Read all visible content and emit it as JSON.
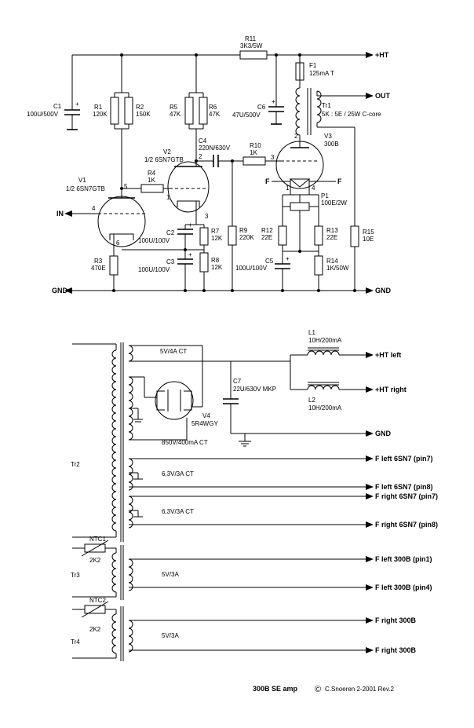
{
  "rails": {
    "ht": "+HT",
    "out": "OUT",
    "gnd_top": "GND",
    "gnd_right": "GND",
    "in": "IN",
    "ht_left": "+HT left",
    "ht_right": "+HT right",
    "gnd_ps": "GND"
  },
  "components": {
    "r11": {
      "name": "R11",
      "value": "3K3/5W"
    },
    "f1": {
      "name": "F1",
      "value": "125mA T"
    },
    "tr1": {
      "name": "Tr1",
      "value": "5K : 5E / 25W C-core"
    },
    "c1": {
      "name": "C1",
      "value": "100U/500V"
    },
    "r1": {
      "name": "R1",
      "value": "120K"
    },
    "r2": {
      "name": "R2",
      "value": "150K"
    },
    "r5": {
      "name": "R5",
      "value": "47K"
    },
    "r6": {
      "name": "R6",
      "value": "47K"
    },
    "c6": {
      "name": "C6",
      "value": "47U/500V"
    },
    "c4": {
      "name": "C4",
      "value": "220N/630V"
    },
    "r10": {
      "name": "R10",
      "value": "1K"
    },
    "v3": {
      "name": "V3",
      "value": "300B"
    },
    "v2": {
      "name": "V2",
      "value": "1/2 6SN7GTB"
    },
    "v1": {
      "name": "V1",
      "value": "1/2  6SN7GTB"
    },
    "r4": {
      "name": "R4",
      "value": "1K"
    },
    "p1": {
      "name": "P1",
      "value": "100E/2W"
    },
    "c2": {
      "name": "C2",
      "value": "100U/100V"
    },
    "c3": {
      "name": "C3",
      "value": "100U/100V"
    },
    "r7": {
      "name": "R7",
      "value": "12K"
    },
    "r8": {
      "name": "R8",
      "value": "12K"
    },
    "r9": {
      "name": "R9",
      "value": "220K"
    },
    "c5": {
      "name": "C5",
      "value": "100U/100V"
    },
    "r12": {
      "name": "R12",
      "value": "22E"
    },
    "r13": {
      "name": "R13",
      "value": "22E"
    },
    "r14": {
      "name": "R14",
      "value": "1K/50W"
    },
    "r15": {
      "name": "R15",
      "value": "10E"
    },
    "r3": {
      "name": "R3",
      "value": "470E"
    },
    "l1": {
      "name": "L1",
      "value": "10H/200mA"
    },
    "l2": {
      "name": "L2",
      "value": "10H/200mA"
    },
    "c7": {
      "name": "C7",
      "value": "22U/630V MKP"
    },
    "v4": {
      "name": "V4",
      "value": "5R4WGY"
    },
    "tr2": {
      "name": "Tr2"
    },
    "tr3": {
      "name": "Tr3"
    },
    "tr4": {
      "name": "Tr4"
    },
    "ntc1": {
      "name": "NTC1",
      "value": "2K2"
    },
    "ntc2": {
      "name": "NTC2",
      "value": "2K2"
    }
  },
  "pins": {
    "v1_5": "5",
    "v1_4": "4",
    "v1_6": "6",
    "v2_2": "2",
    "v2_1": "1",
    "v2_3": "3",
    "v3_2": "2",
    "v3_3": "3",
    "v3_1": "1",
    "v3_4": "4",
    "f_left": "F",
    "f_right": "F"
  },
  "windings": {
    "w5v4a": "5V/4A CT",
    "w850": "850V/400mA CT",
    "w63a": "6,3V/3A CT",
    "w63b": "6,3V/3A CT",
    "w5v3a1": "5V/3A",
    "w5v3a2": "5V/3A"
  },
  "outputs": [
    "F left 6SN7 (pin7)",
    "F left 6SN7 (pin8)",
    "F right 6SN7 (pin7)",
    "F right 6SN7 (pin8)",
    "F left 300B (pin1)",
    "F left 300B (pin4)",
    "F right 300B",
    "F right 300B"
  ],
  "footer": {
    "title": "300B SE amp",
    "copyright": "©",
    "credit": "C.Snoeren 2-2001 Rev.2"
  }
}
